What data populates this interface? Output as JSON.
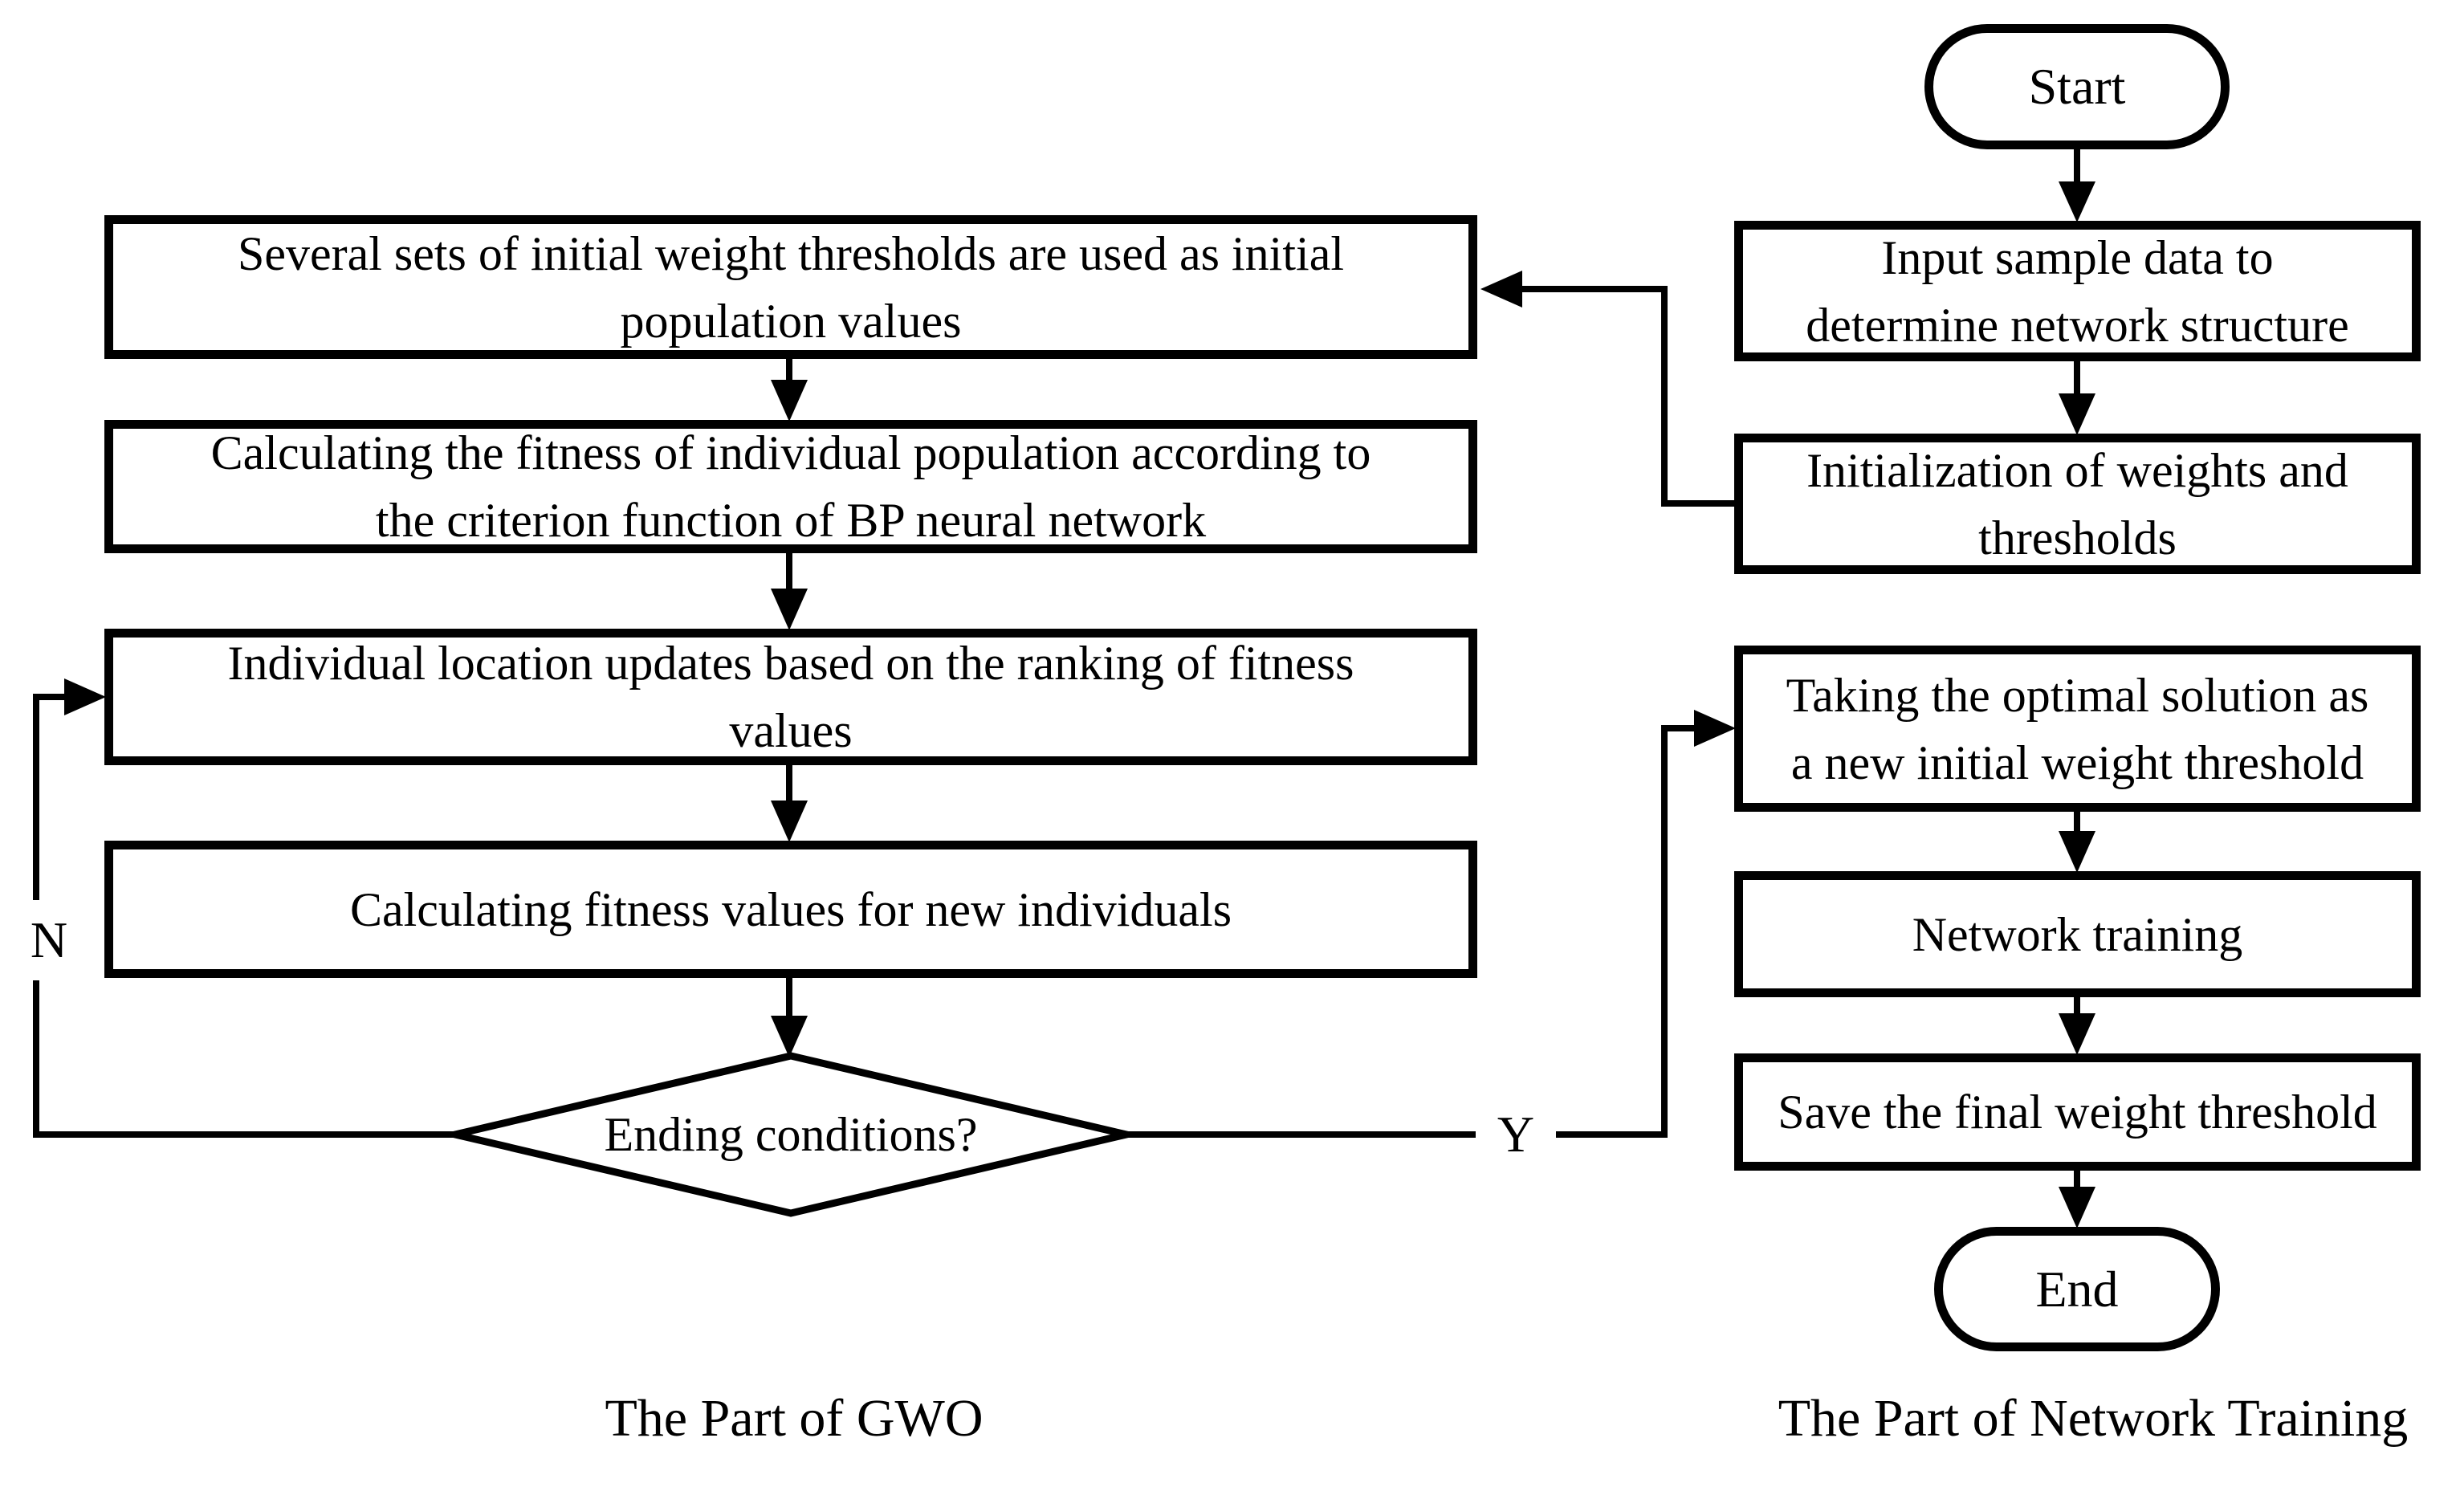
{
  "diagram": {
    "left_column": {
      "caption": "The Part of GWO",
      "boxes": {
        "initial_population": "Several sets of initial weight thresholds are used as initial\npopulation values",
        "calc_fitness": "Calculating the fitness of individual population according to\nthe criterion function of BP neural network",
        "location_updates": "Individual location updates based on the ranking of fitness\nvalues",
        "calc_new_fitness": "Calculating fitness values for new individuals"
      },
      "decision": "Ending conditions?",
      "branch_no_label": "N",
      "branch_yes_label": "Y"
    },
    "right_column": {
      "caption": "The Part of Network Training",
      "start_label": "Start",
      "boxes": {
        "input_sample": "Input sample data to\ndetermine network structure",
        "init_weights": "Initialization of weights and\nthresholds",
        "taking_optimal": "Taking the optimal solution as\na new initial weight threshold",
        "network_training": "Network training",
        "save_final": "Save the final weight threshold"
      },
      "end_label": "End"
    },
    "colors": {
      "ink": "#000000",
      "paper": "#ffffff"
    }
  }
}
